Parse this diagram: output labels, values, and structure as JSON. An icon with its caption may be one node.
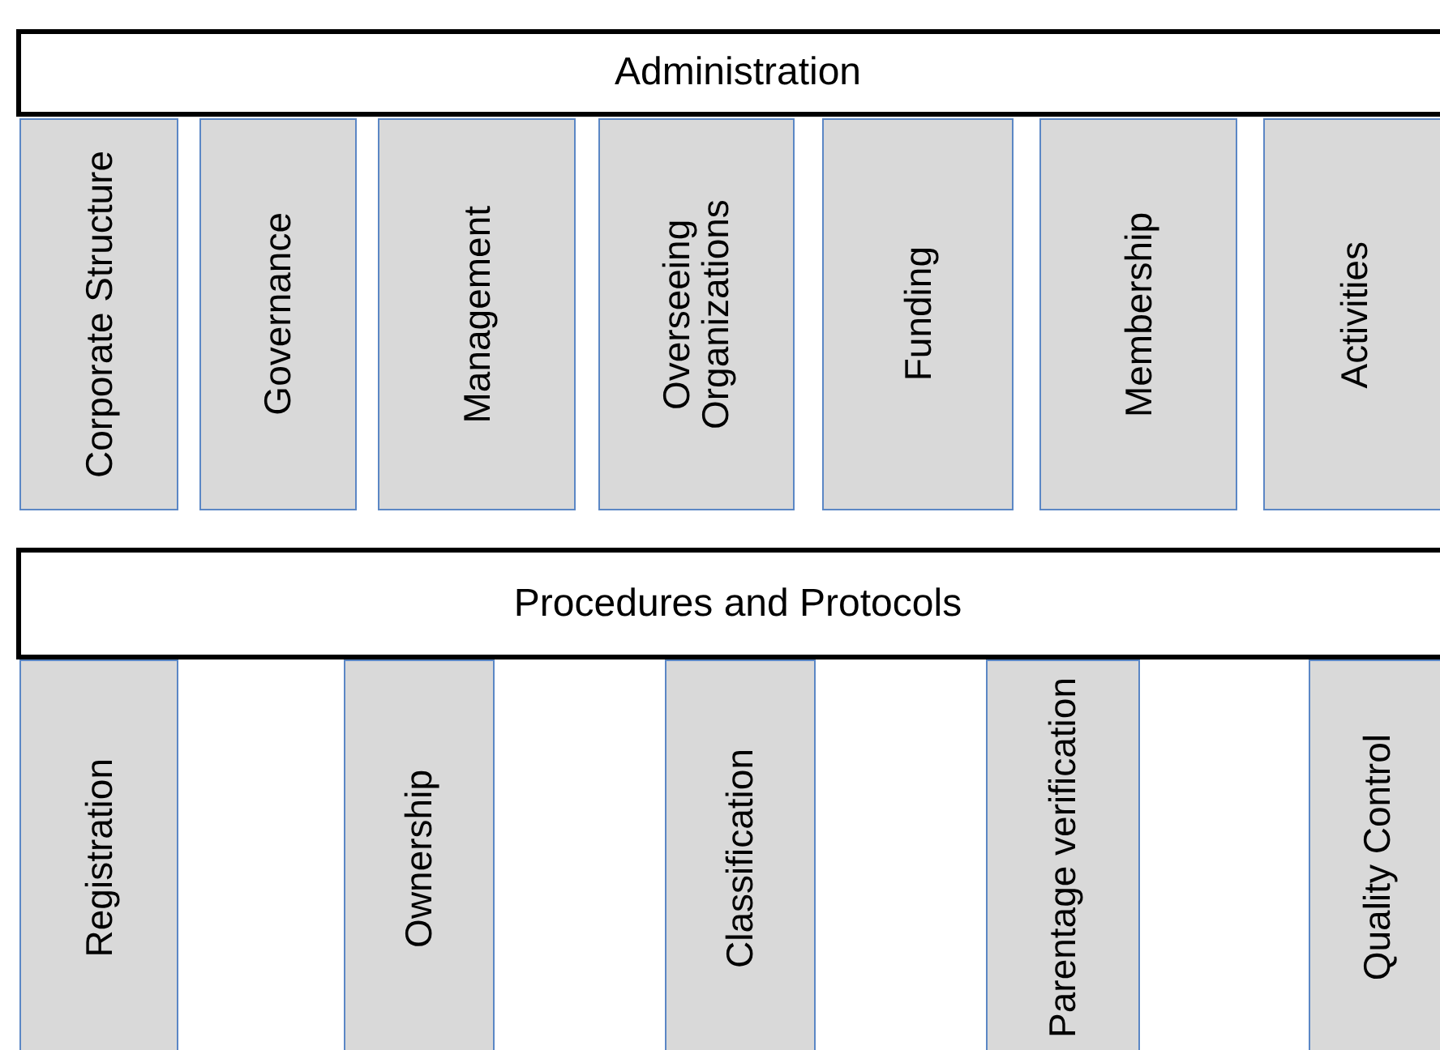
{
  "diagram": {
    "nodes": [
      {
        "text": [
          "Administration"
        ]
      },
      {
        "text": [
          "Corporate Structure"
        ]
      },
      {
        "text": [
          "Governance"
        ]
      },
      {
        "text": [
          "Management"
        ]
      },
      {
        "text": [
          "Overseeing Organizations"
        ]
      },
      {
        "text": [
          "Funding"
        ]
      },
      {
        "text": [
          "Membership"
        ]
      },
      {
        "text": [
          "Activities"
        ]
      },
      {
        "text": [
          "Procedures and Protocols"
        ]
      },
      {
        "text": [
          "Registration"
        ]
      },
      {
        "text": [
          "Ownership"
        ]
      },
      {
        "text": [
          "Classification"
        ]
      },
      {
        "text": [
          "Parentage verification"
        ]
      },
      {
        "text": [
          "Quality Control"
        ]
      }
    ]
  }
}
